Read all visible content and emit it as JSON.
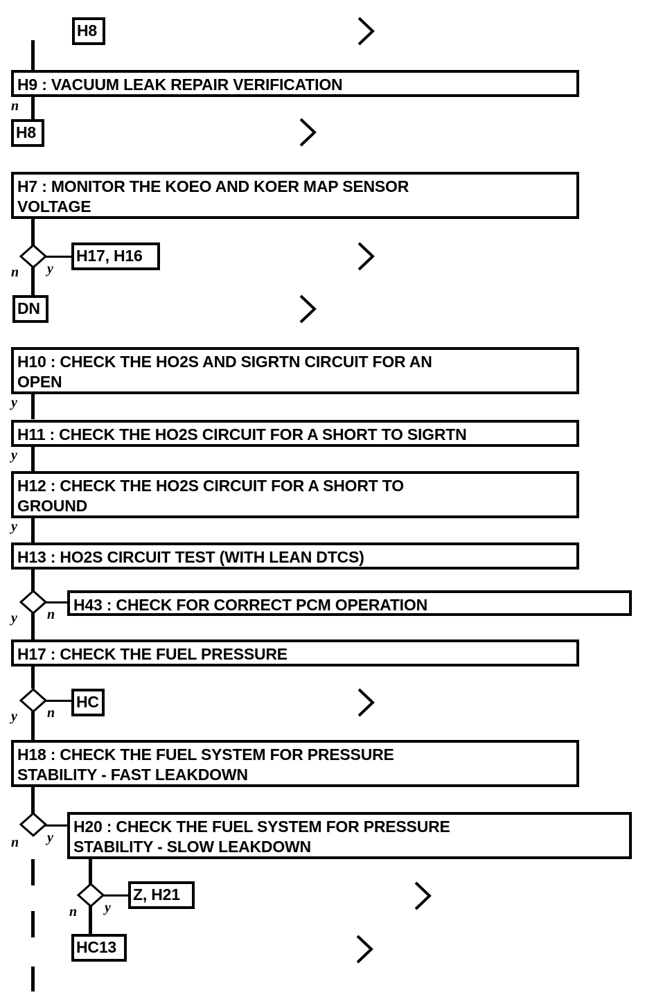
{
  "diagram": {
    "title": "Fuel System / HO2S Diagnostic Flowchart",
    "type": "flowchart",
    "stroke_color": "#000000",
    "background_color": "#ffffff"
  },
  "steps": [
    {
      "id": "H9",
      "label": "H9 : VACUUM LEAK REPAIR VERIFICATION"
    },
    {
      "id": "H7",
      "label": "H7 : MONITOR THE KOEO AND KOER MAP SENSOR\nVOLTAGE"
    },
    {
      "id": "H10",
      "label": "H10 : CHECK THE HO2S AND SIGRTN CIRCUIT FOR AN\nOPEN"
    },
    {
      "id": "H11",
      "label": "H11 : CHECK THE HO2S CIRCUIT FOR A SHORT TO SIGRTN"
    },
    {
      "id": "H12",
      "label": "H12 : CHECK THE HO2S CIRCUIT FOR A SHORT TO\nGROUND"
    },
    {
      "id": "H13",
      "label": "H13 : HO2S CIRCUIT TEST (WITH LEAN DTCS)"
    },
    {
      "id": "H43",
      "label": "H43 : CHECK FOR CORRECT PCM OPERATION"
    },
    {
      "id": "H17",
      "label": "H17 : CHECK THE FUEL PRESSURE"
    },
    {
      "id": "H18",
      "label": "H18 : CHECK THE FUEL SYSTEM FOR PRESSURE\nSTABILITY - FAST LEAKDOWN"
    },
    {
      "id": "H20",
      "label": "H20 : CHECK THE FUEL SYSTEM FOR PRESSURE\nSTABILITY - SLOW LEAKDOWN"
    }
  ],
  "references": [
    {
      "id": "ref-h8-top",
      "label": "H8"
    },
    {
      "id": "ref-h8-lower",
      "label": "H8"
    },
    {
      "id": "ref-h17-h16",
      "label": "H17, H16"
    },
    {
      "id": "ref-dn",
      "label": "DN"
    },
    {
      "id": "ref-hc",
      "label": "HC"
    },
    {
      "id": "ref-z-h21",
      "label": "Z, H21"
    },
    {
      "id": "ref-hc13",
      "label": "HC13"
    }
  ],
  "branch_labels": {
    "yes": "y",
    "no": "n"
  },
  "decisions": [
    {
      "id": "decision-h7",
      "no_label": "n",
      "yes_label": "y",
      "yes_target": "H17, H16",
      "no_target": "DN"
    },
    {
      "id": "decision-h13",
      "yes_label": "y",
      "no_label": "n",
      "no_target": "H43",
      "yes_target": "H17"
    },
    {
      "id": "decision-h17",
      "yes_label": "y",
      "no_label": "n",
      "no_target": "HC",
      "yes_target": "H18"
    },
    {
      "id": "decision-h18",
      "no_label": "n",
      "yes_label": "y",
      "yes_target": "H20"
    },
    {
      "id": "decision-h20",
      "no_label": "n",
      "yes_label": "y",
      "yes_target": "Z, H21",
      "no_target": "HC13"
    }
  ],
  "edge_labels": [
    {
      "id": "h9-n",
      "text": "n"
    },
    {
      "id": "h7-n",
      "text": "n"
    },
    {
      "id": "h7-y",
      "text": "y"
    },
    {
      "id": "h10-y",
      "text": "y"
    },
    {
      "id": "h11-y",
      "text": "y"
    },
    {
      "id": "h12-y",
      "text": "y"
    },
    {
      "id": "h13-n",
      "text": "n"
    },
    {
      "id": "h13-y",
      "text": "y"
    },
    {
      "id": "h17-n",
      "text": "n"
    },
    {
      "id": "h17-y",
      "text": "y"
    },
    {
      "id": "h18-n",
      "text": "n"
    },
    {
      "id": "h18-y",
      "text": "y"
    },
    {
      "id": "h20-n",
      "text": "n"
    },
    {
      "id": "h20-y",
      "text": "y"
    }
  ],
  "chevrons": [
    {
      "id": "chevron-1"
    },
    {
      "id": "chevron-2"
    },
    {
      "id": "chevron-3"
    },
    {
      "id": "chevron-4"
    },
    {
      "id": "chevron-5"
    },
    {
      "id": "chevron-6"
    },
    {
      "id": "chevron-7"
    }
  ]
}
